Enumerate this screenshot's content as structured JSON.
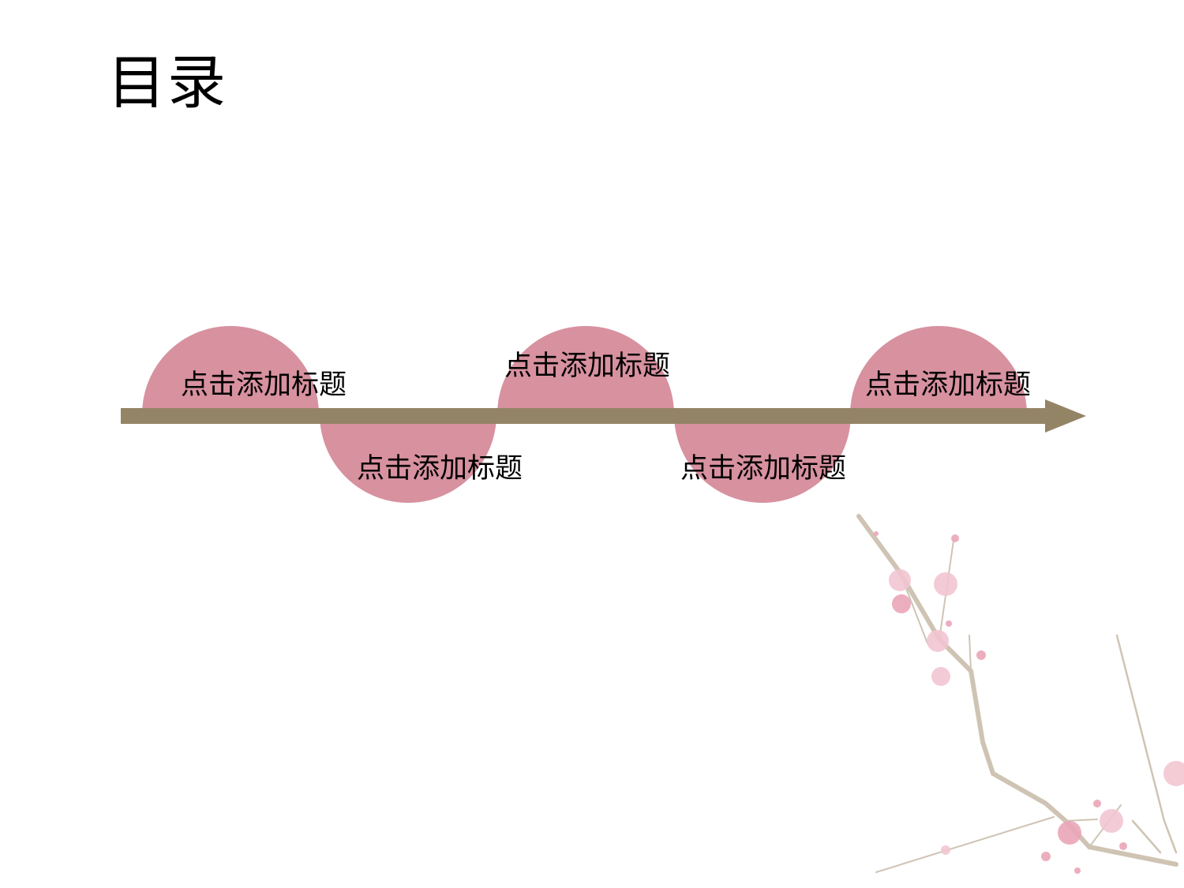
{
  "slide": {
    "title": "目录",
    "colors": {
      "circle": "#d7919f",
      "arrow": "#948466",
      "text": "#000000",
      "background": "#ffffff"
    },
    "items": [
      {
        "label": "点击添加标题",
        "position": "above"
      },
      {
        "label": "点击添加标题",
        "position": "below"
      },
      {
        "label": "点击添加标题",
        "position": "above"
      },
      {
        "label": "点击添加标题",
        "position": "below"
      },
      {
        "label": "点击添加标题",
        "position": "above"
      }
    ],
    "decoration": "plum-blossom-branch"
  }
}
